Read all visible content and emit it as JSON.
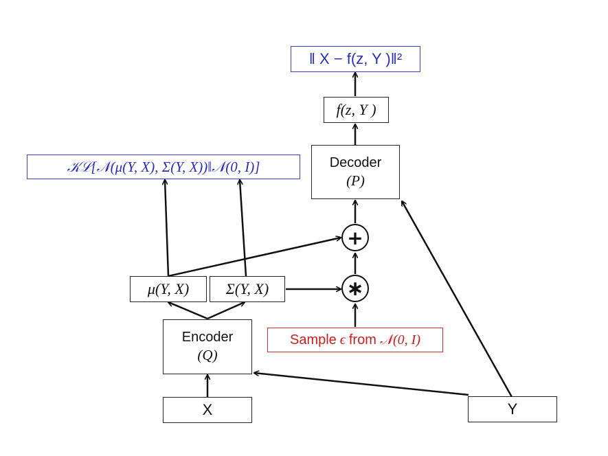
{
  "nodes": {
    "reconstruction_loss": "‖ X − f(z, Y )‖²",
    "decoder_output": "f(z, Y )",
    "decoder": {
      "label": "Decoder",
      "symbol": "(P)"
    },
    "kl_loss": "𝒦ℒ[𝒩(μ(Y, X), Σ(Y, X))‖𝒩(0, I)]",
    "add_op": "+",
    "multiply_op": "∗",
    "mu": "μ(Y, X)",
    "sigma": "Σ(Y, X)",
    "sample": {
      "prefix": "Sample",
      "epsilon": "ϵ",
      "from": "from",
      "dist": "𝒩(0, I)"
    },
    "encoder": {
      "label": "Encoder",
      "symbol": "(Q)"
    },
    "x_input": "X",
    "y_input": "Y"
  },
  "colors": {
    "loss": "#2a2ec0",
    "sample": "#c81e1e",
    "edge": "#111111"
  }
}
